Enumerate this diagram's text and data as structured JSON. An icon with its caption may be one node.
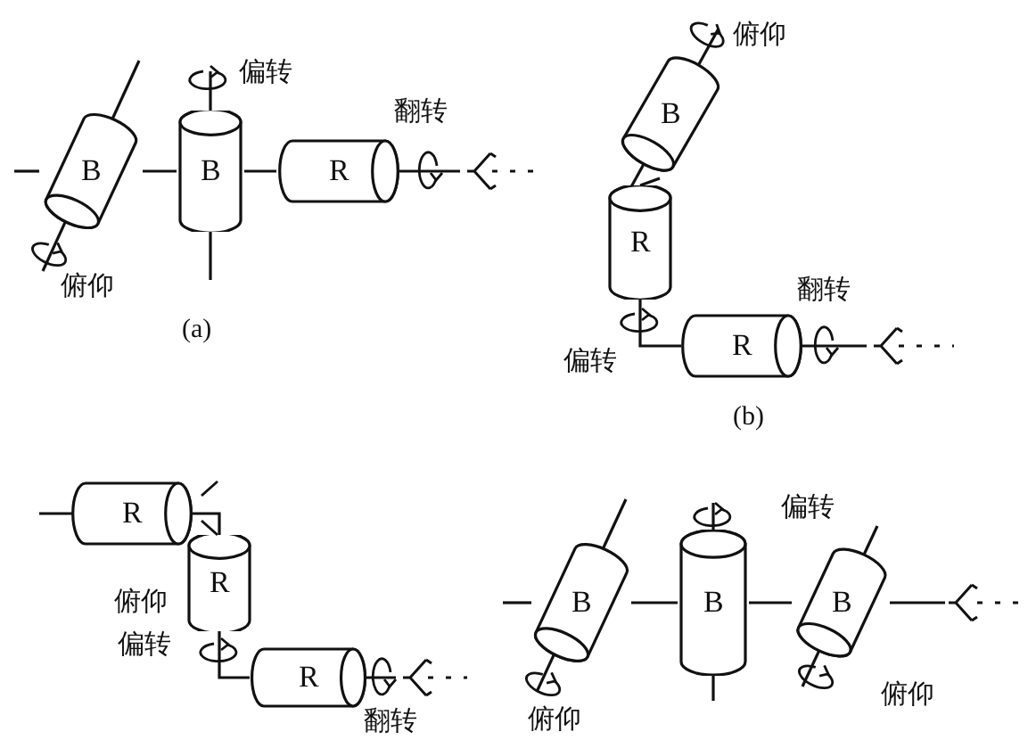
{
  "diagram": {
    "nodes": [
      {
        "text": [
          "B"
        ]
      },
      {
        "text": [
          "B"
        ]
      },
      {
        "text": [
          "R"
        ]
      },
      {
        "text": [
          "B"
        ]
      },
      {
        "text": [
          "R"
        ]
      },
      {
        "text": [
          "R"
        ]
      },
      {
        "text": [
          "R"
        ]
      },
      {
        "text": [
          "R"
        ]
      },
      {
        "text": [
          "R"
        ]
      },
      {
        "text": [
          "B"
        ]
      },
      {
        "text": [
          "B"
        ]
      },
      {
        "text": [
          "B"
        ]
      }
    ],
    "edges": [
      {
        "from": 0,
        "to": 1,
        "arrow": "none"
      },
      {
        "from": 1,
        "to": 2,
        "arrow": "none"
      },
      {
        "from": 3,
        "to": 4,
        "arrow": "none"
      },
      {
        "from": 4,
        "to": 5,
        "arrow": "none"
      },
      {
        "from": 6,
        "to": 7,
        "arrow": "none"
      },
      {
        "from": 7,
        "to": 8,
        "arrow": "none"
      },
      {
        "from": 9,
        "to": 10,
        "arrow": "none"
      },
      {
        "from": 10,
        "to": 11,
        "arrow": "none"
      }
    ],
    "labels": [
      "偏转",
      "翻转",
      "俯仰",
      "(a)",
      "俯仰",
      "翻转",
      "偏转",
      "(b)",
      "俯仰",
      "偏转",
      "翻转",
      "偏转",
      "俯仰",
      "俯仰"
    ]
  }
}
